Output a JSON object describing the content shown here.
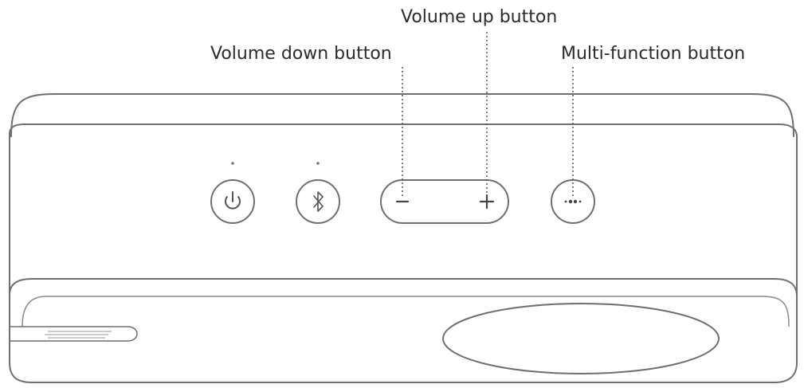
{
  "labels": {
    "volume_down": "Volume down button",
    "volume_up": "Volume up button",
    "multi_function": "Multi-function button"
  },
  "icons": {
    "power": "power-icon",
    "bluetooth": "bluetooth-icon",
    "minus": "minus-icon",
    "plus": "plus-icon",
    "more": "more-dots-icon",
    "logo": "brand-logo"
  },
  "colors": {
    "stroke": "#6f6f6f",
    "light_stroke": "#9a9a9a",
    "text": "#2b2b2b"
  }
}
